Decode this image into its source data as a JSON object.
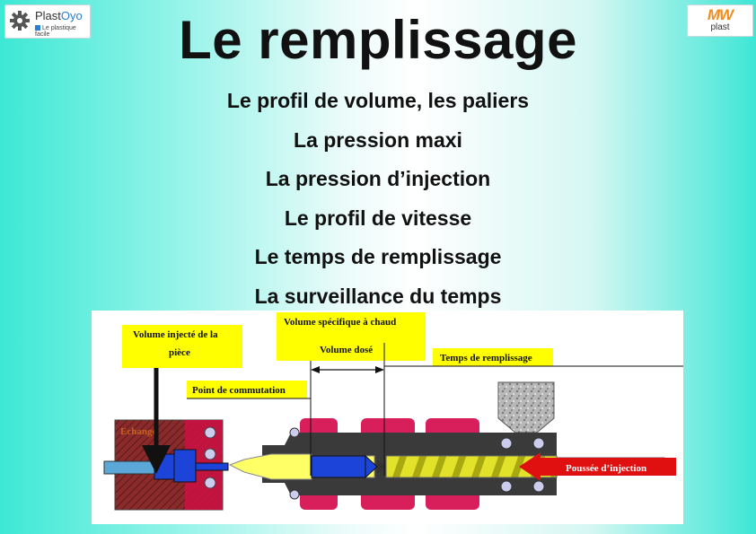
{
  "logos": {
    "left": {
      "brand_prefix": "Plast",
      "brand_suffix": "Oyo",
      "tagline": "Le plastique facile"
    },
    "right": {
      "brand": "MW",
      "sub": "plast"
    }
  },
  "title": "Le remplissage",
  "bullets": [
    "Le profil de volume, les paliers",
    "La pression maxi",
    "La pression d’injection",
    "Le profil de vitesse",
    "Le temps de remplissage",
    "La surveillance du temps"
  ],
  "diagram": {
    "labels": {
      "volume_injecte_line1": "Volume injecté de la",
      "volume_injecte_line2": "pièce",
      "volume_specifique": "Volume spécifique à chaud",
      "volume_dose": "Volume dosé",
      "temps_remplissage": "Temps de remplissage",
      "point_commutation": "Point de commutation",
      "echange": "Echange",
      "poussee_injection": "Poussée d’injection"
    },
    "colors": {
      "label_box": "#ffff00",
      "mold": "#cc1144",
      "barrel": "#333333",
      "heater_band": "#d81e5b",
      "molten": "#ffff66",
      "screw": "#e2e22a",
      "shot_volume": "#1c44d8",
      "arrow": "#e01010"
    }
  }
}
